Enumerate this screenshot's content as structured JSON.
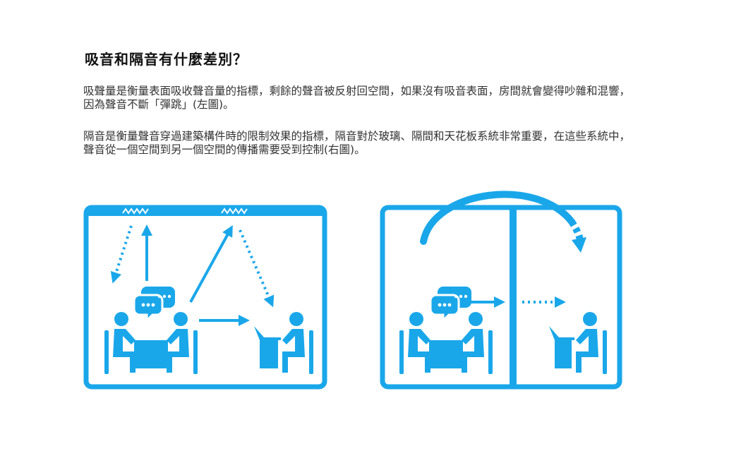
{
  "heading": "吸音和隔音有什麼差別？",
  "paragraphs": [
    "吸聲量是衡量表面吸收聲音量的指標，剩餘的聲音被反射回空間，如果沒有吸音表面，房間就會變得吵雜和混響，因為聲音不斷「彈跳」(左圖)。",
    "隔音是衡量聲音穿過建築構件時的限制效果的指標，隔音對於玻璃、隔間和天花板系統非常重要，在這些系統中，聲音從一個空間到另一個空間的傳播需要受到控制(右圖)。"
  ],
  "colors": {
    "accent": "#1aa7ea",
    "text": "#333333",
    "background": "#ffffff"
  },
  "figures": {
    "left": {
      "icons": [
        "ceiling-absorber-icon",
        "speech-bubbles-icon",
        "person-icon",
        "table-icon",
        "laptop-icon",
        "arrow-icon"
      ]
    },
    "right": {
      "icons": [
        "wall-partition-icon",
        "curved-arrow-icon",
        "speech-bubbles-icon",
        "person-icon",
        "table-icon",
        "laptop-icon"
      ]
    }
  }
}
